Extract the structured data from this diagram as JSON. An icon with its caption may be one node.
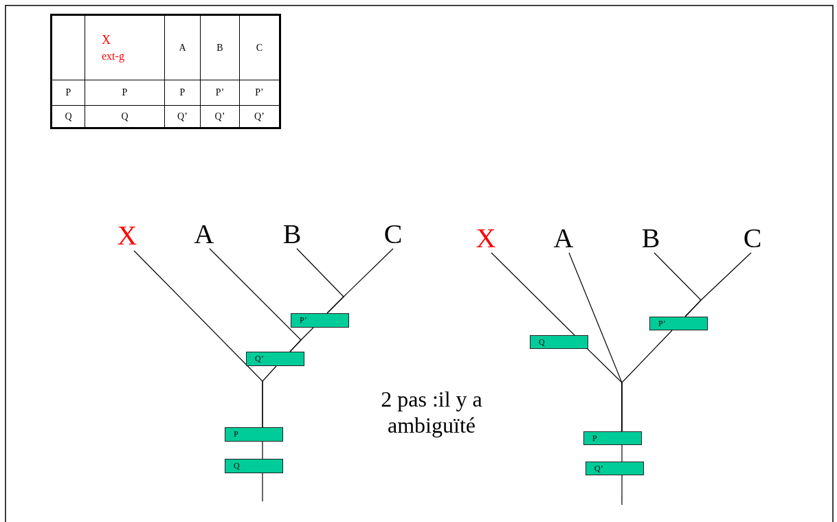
{
  "diagram": {
    "nodes": [
      {
        "text": [
          "X"
        ]
      },
      {
        "text": [
          "A"
        ]
      },
      {
        "text": [
          "B"
        ]
      },
      {
        "text": [
          "C"
        ]
      },
      {
        "text": [
          "P’"
        ]
      },
      {
        "text": [
          "Q’"
        ]
      },
      {
        "text": [
          "P"
        ]
      },
      {
        "text": [
          "Q"
        ]
      },
      {
        "text": [
          "X"
        ]
      },
      {
        "text": [
          "A"
        ]
      },
      {
        "text": [
          "B"
        ]
      },
      {
        "text": [
          "C"
        ]
      },
      {
        "text": [
          "Q"
        ]
      },
      {
        "text": [
          "P’"
        ]
      },
      {
        "text": [
          "P"
        ]
      },
      {
        "text": [
          "Q’"
        ]
      }
    ],
    "edges": [
      {
        "from": null,
        "to": 7,
        "arrow": "none"
      },
      {
        "from": 7,
        "to": 6,
        "arrow": "none"
      },
      {
        "from": 6,
        "to": 0,
        "arrow": "none"
      },
      {
        "from": 6,
        "to": 5,
        "arrow": "none"
      },
      {
        "from": 5,
        "to": 1,
        "arrow": "none"
      },
      {
        "from": 5,
        "to": 4,
        "arrow": "none"
      },
      {
        "from": 4,
        "to": 2,
        "arrow": "none"
      },
      {
        "from": 4,
        "to": 3,
        "arrow": "none"
      },
      {
        "from": null,
        "to": 15,
        "arrow": "none"
      },
      {
        "from": 15,
        "to": 14,
        "arrow": "none"
      },
      {
        "from": 14,
        "to": 12,
        "arrow": "none"
      },
      {
        "from": 12,
        "to": 8,
        "arrow": "none"
      },
      {
        "from": 14,
        "to": 9,
        "arrow": "none"
      },
      {
        "from": 14,
        "to": 13,
        "arrow": "none"
      },
      {
        "from": 13,
        "to": 10,
        "arrow": "none"
      },
      {
        "from": 13,
        "to": 11,
        "arrow": "none"
      }
    ],
    "labels": [
      "X",
      "ext-g",
      "A",
      "B",
      "C",
      "P",
      "P",
      "P",
      "P’",
      "P’",
      "Q",
      "Q",
      "Q’",
      "Q’",
      "Q’",
      "2 pas :il y a ambiguïté"
    ]
  }
}
